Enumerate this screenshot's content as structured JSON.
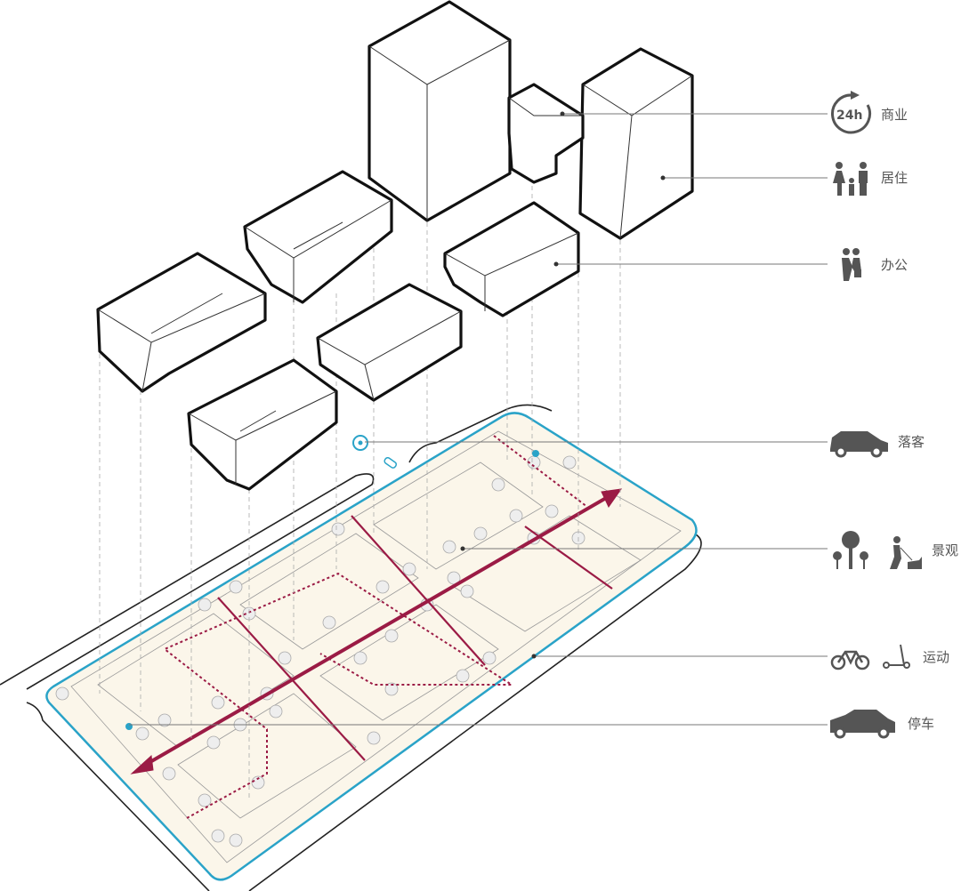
{
  "colors": {
    "route": "#9b1b45",
    "ring": "#2aa3c8",
    "site": "#fbf6ea",
    "icon": "#555555",
    "outline": "#111111"
  },
  "legend": [
    {
      "key": "commerce",
      "label": "商业",
      "icons": [
        "clock-24h-icon"
      ],
      "badge": "24h"
    },
    {
      "key": "residential",
      "label": "居住",
      "icons": [
        "family-icon"
      ]
    },
    {
      "key": "office",
      "label": "办公",
      "icons": [
        "handshake-icon"
      ]
    },
    {
      "key": "dropoff",
      "label": "落客",
      "icons": [
        "suv-icon"
      ]
    },
    {
      "key": "landscape",
      "label": "景观",
      "icons": [
        "trees-icon",
        "dog-walker-icon"
      ]
    },
    {
      "key": "sport",
      "label": "运动",
      "icons": [
        "bicycle-icon",
        "scooter-icon"
      ]
    },
    {
      "key": "parking",
      "label": "停车",
      "icons": [
        "sedan-icon"
      ]
    }
  ]
}
